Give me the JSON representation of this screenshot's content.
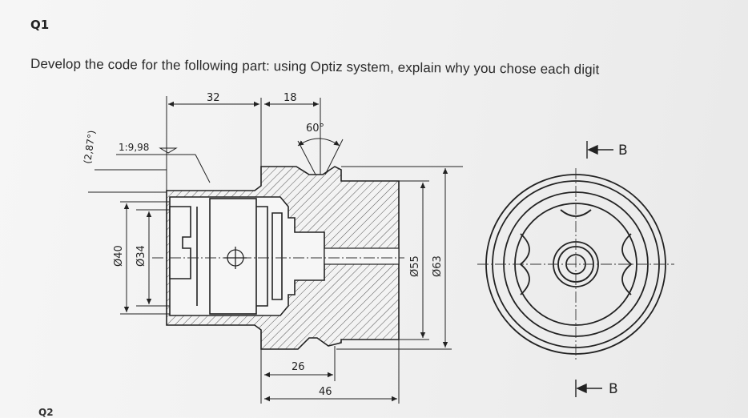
{
  "question": {
    "label": "Q1",
    "text": "Develop the code for the following part: using Optiz system, explain why you chose each digit",
    "next_label": "Q2"
  },
  "drawing": {
    "dim_32": "32",
    "dim_18": "18",
    "angle_60": "60°",
    "taper": "1:9,98",
    "taper_angle": "(2,87°)",
    "dia_40": "Ø40",
    "dia_34": "Ø34",
    "dia_55": "Ø55",
    "dia_63": "Ø63",
    "dim_26": "26",
    "dim_46": "46",
    "section_top": "B",
    "section_bottom": "B"
  }
}
